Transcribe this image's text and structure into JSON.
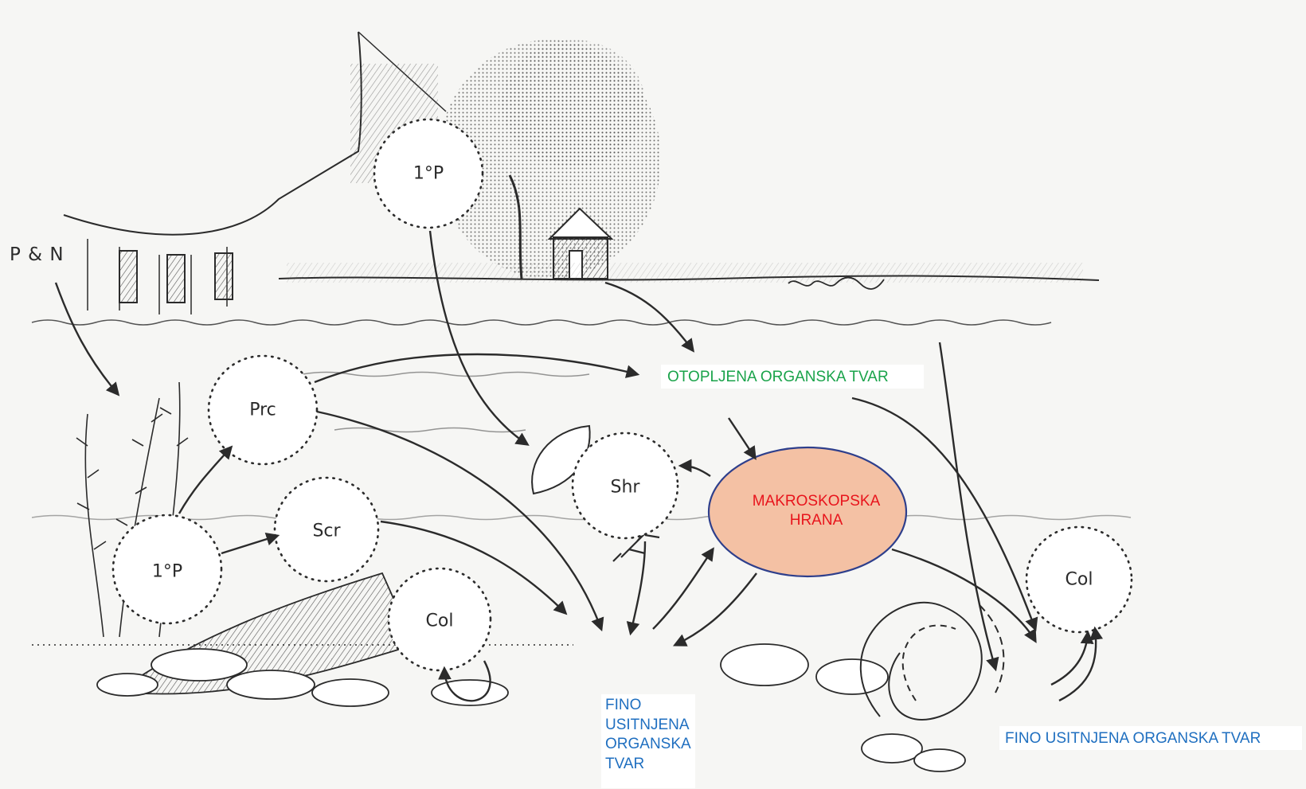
{
  "colors": {
    "green_label": "#1aa34a",
    "red_label": "#e8141c",
    "blue_label": "#1f6fc0",
    "ellipse_fill": "#f4c1a4",
    "ellipse_stroke": "#2e3f8c",
    "ink": "#2b2b2b"
  },
  "labels": {
    "p_and_n": "P & N",
    "dissolved_om": "OTOPLJENA ORGANSKA TVAR",
    "macro_food": "MAKROSKOPSKA HRANA",
    "fine_om_left": "FINO USITNJENA ORGANSKA TVAR",
    "fine_om_right": "FINO USITNJENA  ORGANSKA TVAR"
  },
  "groups": {
    "p1_top": "1°P",
    "p1_bottom": "1°P",
    "prc": "Prc",
    "scr": "Scr",
    "shr": "Shr",
    "col_left": "Col",
    "col_right": "Col"
  },
  "icons": {
    "tree": "tree-sketch-icon",
    "house": "cabin-sketch-icon",
    "plant": "aquatic-plant-icon",
    "leaf": "leaf-icon",
    "stones": "riverbed-stones-icon",
    "bank": "riverbank-icon"
  }
}
